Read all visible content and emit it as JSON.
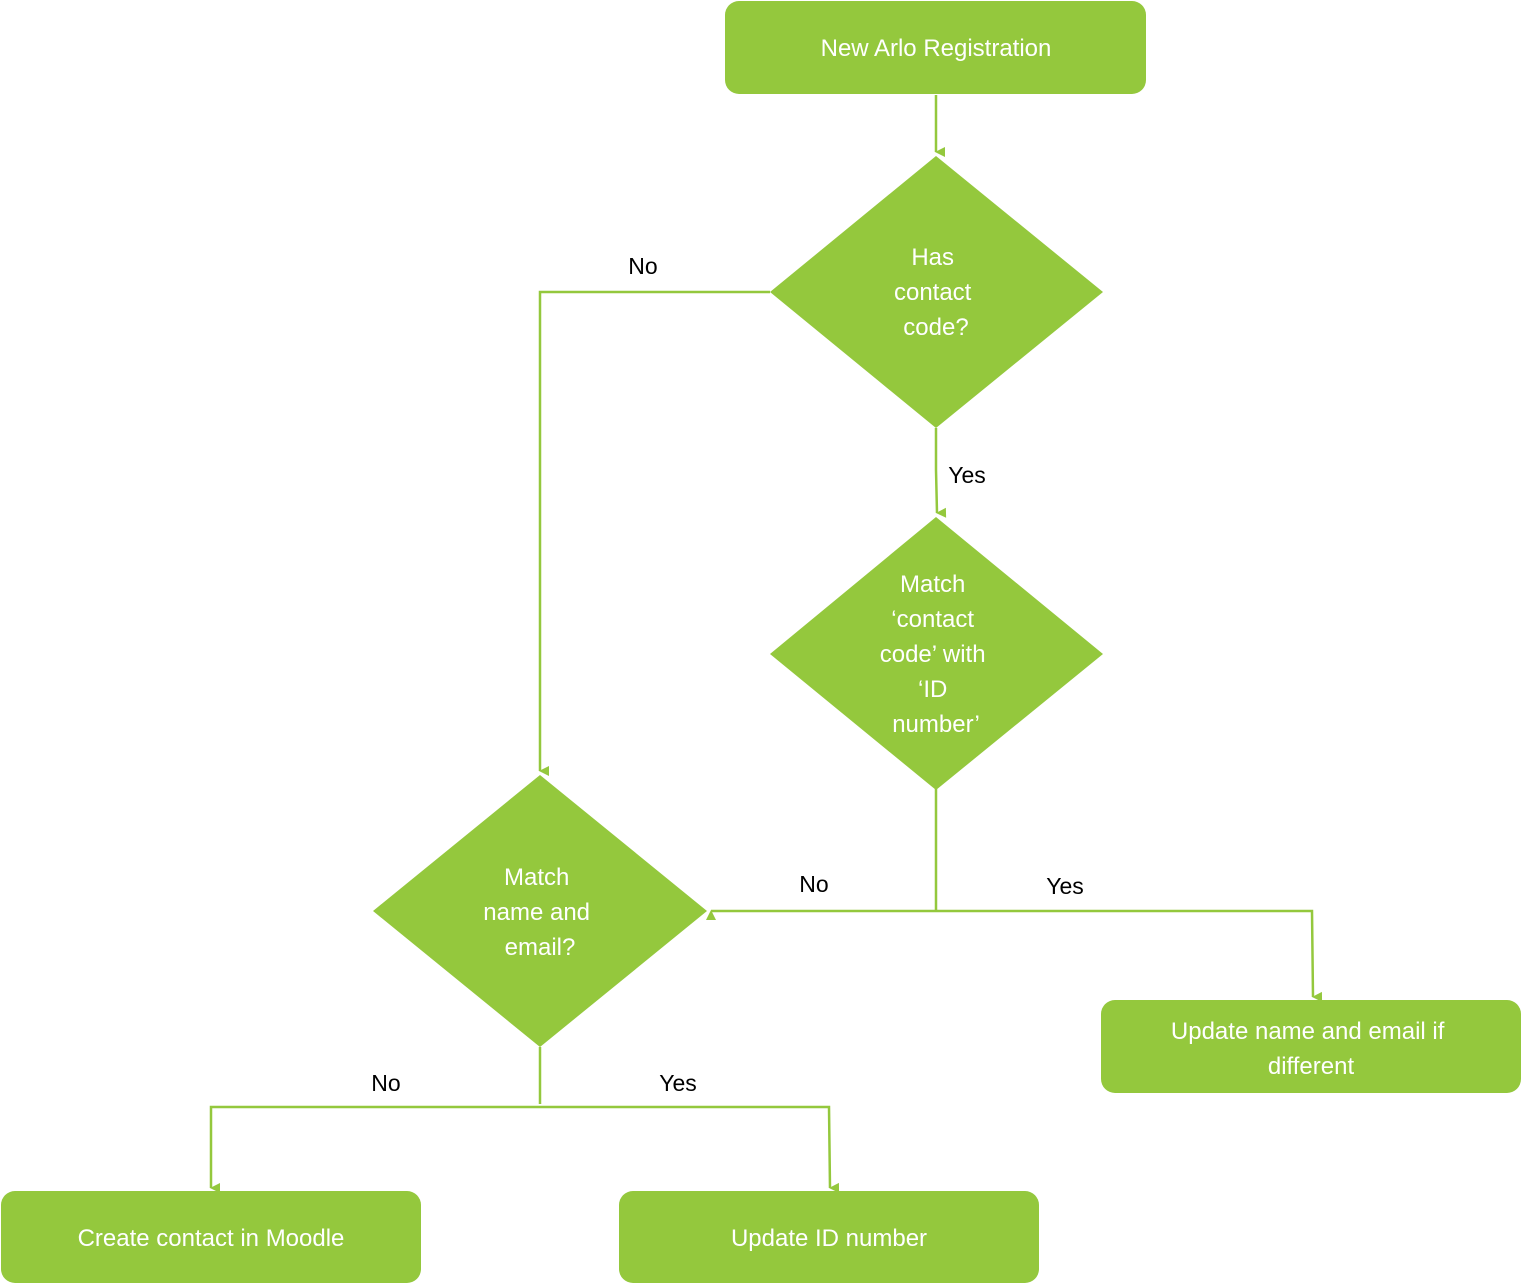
{
  "colors": {
    "node_fill": "#94c83d",
    "connector": "#94c83d",
    "node_text": "#ffffff",
    "label_text": "#000000"
  },
  "nodes": {
    "start": {
      "shape": "rounded-rect",
      "lines": [
        "New Arlo Registration"
      ]
    },
    "has_contact_code": {
      "shape": "diamond",
      "lines": [
        "Has",
        "contact",
        "code?"
      ]
    },
    "match_contact_code": {
      "shape": "diamond",
      "lines": [
        "Match",
        "‘contact",
        "code’ with",
        "‘ID",
        "number’"
      ]
    },
    "match_name_email": {
      "shape": "diamond",
      "lines": [
        "Match",
        "name and",
        "email?"
      ]
    },
    "update_name_email": {
      "shape": "rounded-rect",
      "lines": [
        "Update name and email if",
        "different"
      ]
    },
    "create_contact": {
      "shape": "rounded-rect",
      "lines": [
        "Create contact in Moodle"
      ]
    },
    "update_id": {
      "shape": "rounded-rect",
      "lines": [
        "Update ID number"
      ]
    }
  },
  "edges": [
    {
      "from": "start",
      "to": "has_contact_code",
      "label": ""
    },
    {
      "from": "has_contact_code",
      "to": "match_name_email",
      "label": "No"
    },
    {
      "from": "has_contact_code",
      "to": "match_contact_code",
      "label": "Yes"
    },
    {
      "from": "match_contact_code",
      "to": "match_name_email",
      "label": "No"
    },
    {
      "from": "match_contact_code",
      "to": "update_name_email",
      "label": "Yes"
    },
    {
      "from": "match_name_email",
      "to": "create_contact",
      "label": "No"
    },
    {
      "from": "match_name_email",
      "to": "update_id",
      "label": "Yes"
    }
  ]
}
